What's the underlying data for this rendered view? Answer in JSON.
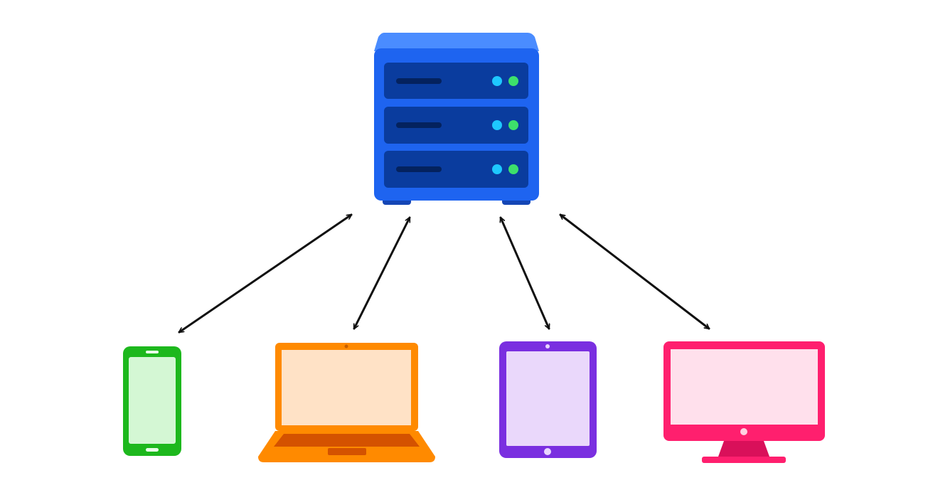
{
  "diagram": {
    "kind": "client-server",
    "nodes": [
      {
        "id": "server",
        "icon": "server-rack-icon",
        "color": "#1E64F0"
      },
      {
        "id": "phone",
        "icon": "smartphone-icon",
        "color": "#1DB81D"
      },
      {
        "id": "laptop",
        "icon": "laptop-icon",
        "color": "#FF8A00"
      },
      {
        "id": "tablet",
        "icon": "tablet-icon",
        "color": "#7A2FE0"
      },
      {
        "id": "desktop",
        "icon": "desktop-monitor-icon",
        "color": "#FF1F6E"
      }
    ],
    "edges": [
      {
        "from": "server",
        "to": "phone",
        "direction": "bidirectional"
      },
      {
        "from": "server",
        "to": "laptop",
        "direction": "bidirectional"
      },
      {
        "from": "server",
        "to": "tablet",
        "direction": "bidirectional"
      },
      {
        "from": "server",
        "to": "desktop",
        "direction": "bidirectional"
      }
    ],
    "colors": {
      "arrow": "#111111",
      "background": "#FFFFFF",
      "server_body": "#1E64F0",
      "server_top": "#4A8CFF",
      "server_slot": "#0A3C9E",
      "server_led_cyan": "#1EC8FF",
      "server_led_green": "#3DE06B"
    }
  }
}
